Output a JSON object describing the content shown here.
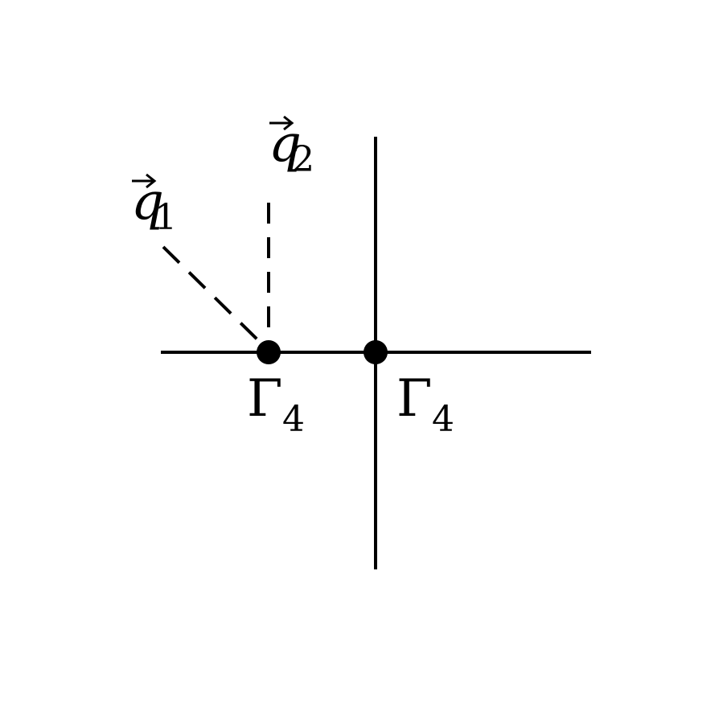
{
  "diagram": {
    "labels": {
      "q1": {
        "base": "q",
        "sub": "1",
        "vector": true
      },
      "q2": {
        "base": "q",
        "sub": "2",
        "vector": true
      },
      "gamma_left": {
        "base": "Γ",
        "sub": "4"
      },
      "gamma_right": {
        "base": "Γ",
        "sub": "4"
      }
    },
    "colors": {
      "stroke": "#000000",
      "background": "#ffffff"
    }
  }
}
